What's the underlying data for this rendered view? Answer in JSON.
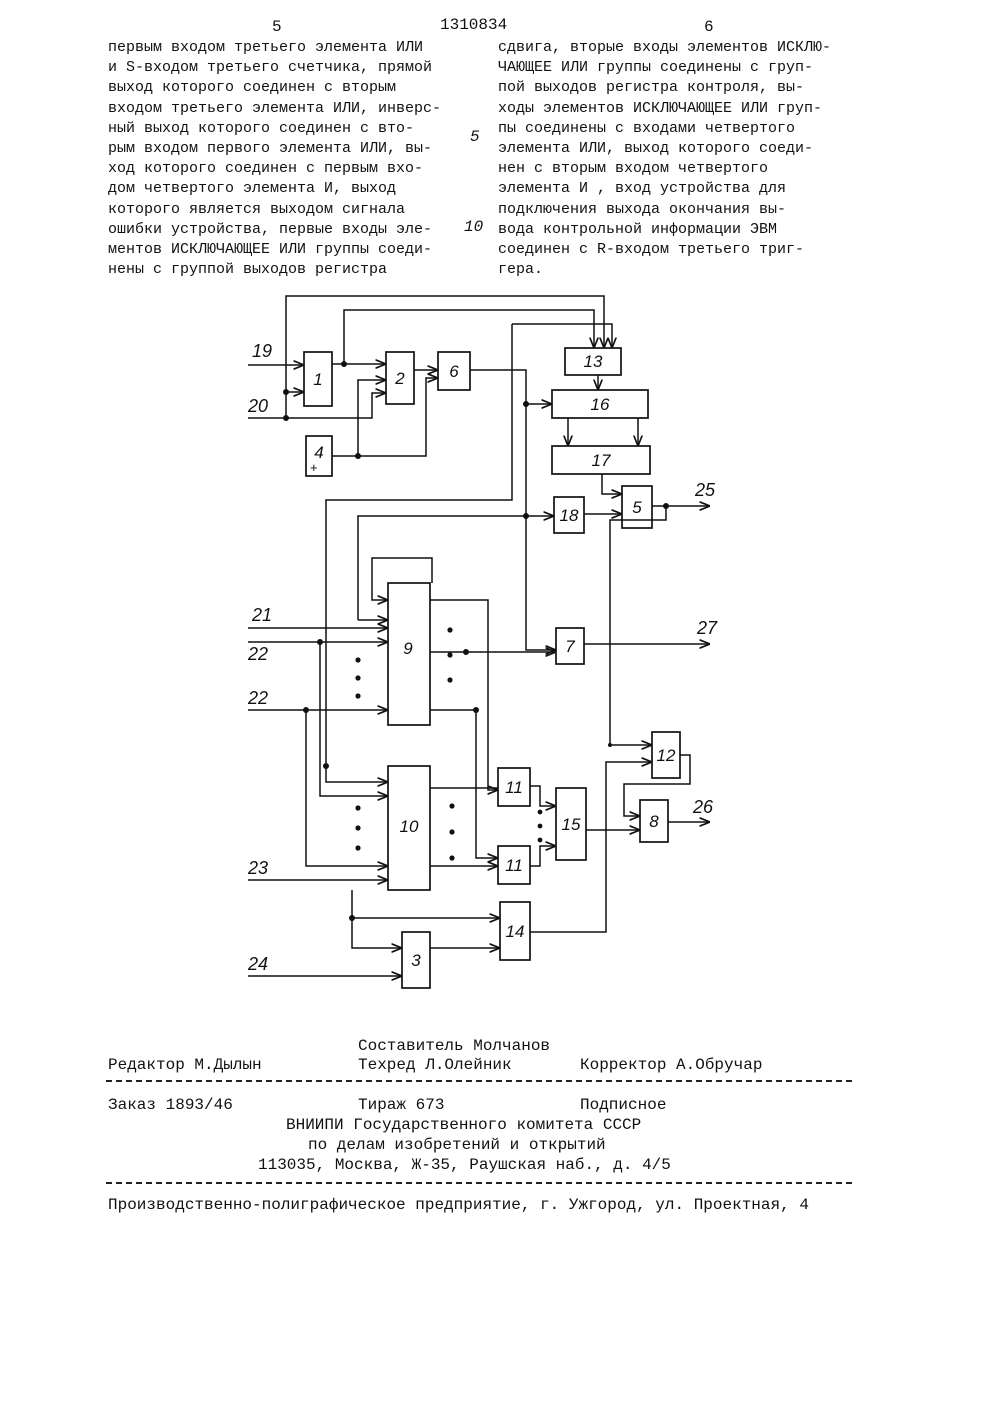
{
  "header": {
    "page_left": "5",
    "patent_number": "1310834",
    "page_right": "6"
  },
  "left_column": [
    "первым входом третьего элемента ИЛИ",
    "и S-входом третьего счетчика, прямой",
    "выход которого соединен с вторым",
    "входом третьего элемента ИЛИ, инверс-",
    "ный выход которого соединен с вто-",
    "рым входом первого элемента ИЛИ, вы-",
    "ход которого соединен с первым вхо-",
    "дом четвертого элемента И, выход",
    "которого является выходом сигнала",
    "ошибки устройства, первые входы эле-",
    "ментов ИСКЛЮЧАЮЩЕЕ ИЛИ группы соеди-",
    "нены с группой выходов регистра"
  ],
  "right_column": [
    "сдвига, вторые входы элементов ИСКЛЮ-",
    "ЧАЮЩЕЕ ИЛИ группы соединены с груп-",
    "пой выходов регистра контроля, вы-",
    "ходы элементов ИСКЛЮЧАЮЩЕЕ ИЛИ груп-",
    "пы соединены с входами четвертого",
    "элемента ИЛИ, выход которого соеди-",
    "нен с вторым входом четвертого",
    "элемента И , вход устройства для",
    "подключения выхода окончания вы-",
    "вода контрольной информации ЭВМ",
    "соединен с R-входом третьего триг-",
    "гера."
  ],
  "line_numbers": {
    "n5": "5",
    "n10": "10"
  },
  "diagram": {
    "blocks": {
      "b1": "1",
      "b2": "2",
      "b3": "3",
      "b4": "4",
      "b5": "5",
      "b6": "6",
      "b7": "7",
      "b8": "8",
      "b9": "9",
      "b10": "10",
      "b11a": "11",
      "b11b": "11",
      "b12": "12",
      "b13": "13",
      "b14": "14",
      "b15": "15",
      "b16": "16",
      "b17": "17",
      "b18": "18"
    },
    "terminals": {
      "t19": "19",
      "t20": "20",
      "t21": "21",
      "t22a": "22",
      "t22b": "22",
      "t23": "23",
      "t24": "24",
      "t25": "25",
      "t26": "26",
      "t27": "27"
    },
    "plus_mark": "+"
  },
  "footer": {
    "compiler": "Составитель Молчанов",
    "editor": "Редактор М.Дылын",
    "techred": "Техред Л.Олейник",
    "corrector": "Корректор А.Обручар",
    "order": "Заказ 1893/46",
    "circulation": "Тираж 673",
    "subscription": "Подписное",
    "org1": "ВНИИПИ Государственного комитета СССР",
    "org2": "по делам изобретений и открытий",
    "address": "113035, Москва, Ж-35, Раушская наб., д. 4/5",
    "printer": "Производственно-полиграфическое предприятие, г. Ужгород, ул. Проектная, 4"
  }
}
